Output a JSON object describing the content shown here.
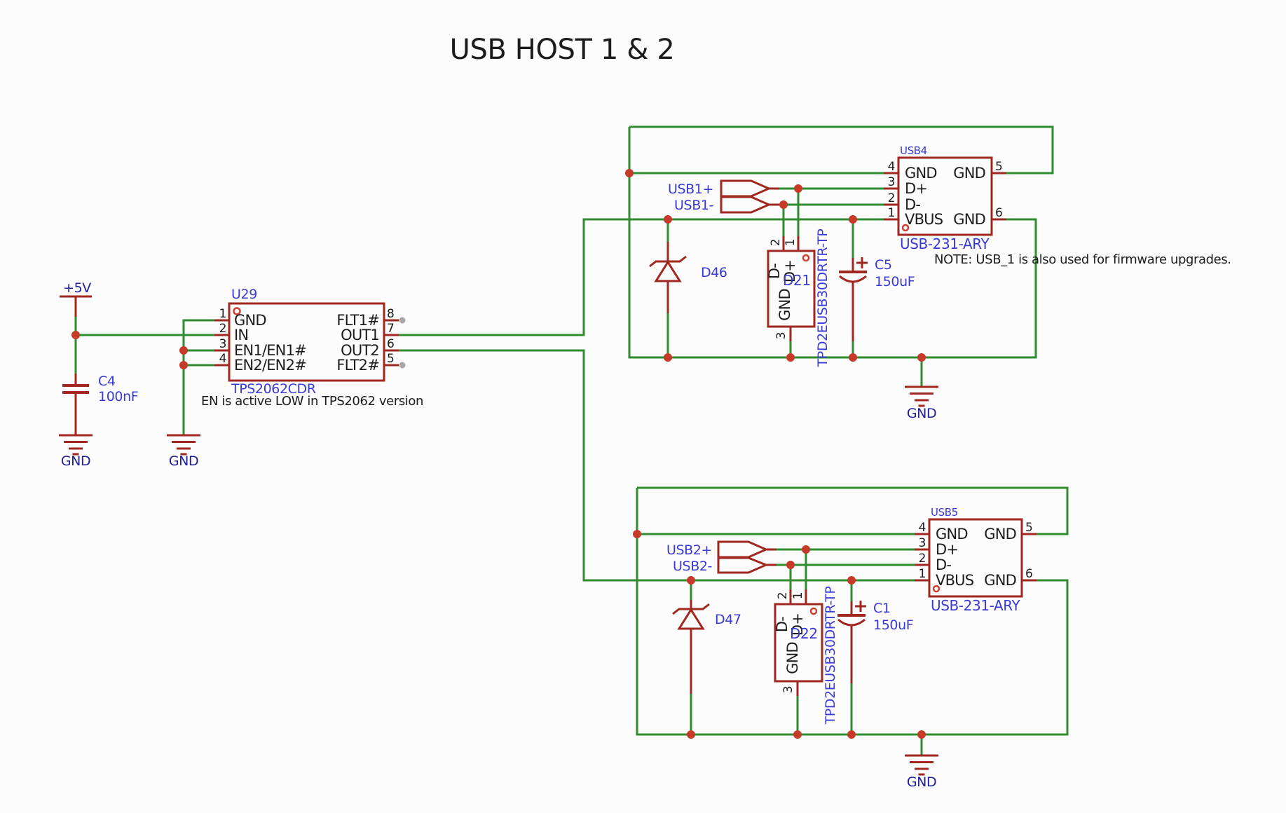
{
  "title": "USB HOST 1 & 2",
  "power": {
    "supply": "+5V",
    "ground": "GND"
  },
  "left": {
    "cap_ref": "C4",
    "cap_value": "100nF"
  },
  "u29": {
    "ref": "U29",
    "part": "TPS2062CDR",
    "note": "EN is active LOW in TPS2062 version",
    "pins_left": [
      {
        "num": "1",
        "name": "GND"
      },
      {
        "num": "2",
        "name": "IN"
      },
      {
        "num": "3",
        "name": "EN1/EN1#"
      },
      {
        "num": "4",
        "name": "EN2/EN2#"
      }
    ],
    "pins_right": [
      {
        "num": "8",
        "name": "FLT1#"
      },
      {
        "num": "7",
        "name": "OUT1"
      },
      {
        "num": "6",
        "name": "OUT2"
      },
      {
        "num": "5",
        "name": "FLT2#"
      }
    ]
  },
  "host1": {
    "note": "NOTE: USB_1 is also used for firmware upgrades.",
    "net_dp": "USB1+",
    "net_dm": "USB1-",
    "tvs_ref": "D46",
    "esd": {
      "ref": "D21",
      "part": "TPD2EUSB30DRTR-TP",
      "pin1": "1",
      "pin2": "2",
      "pin3": "3",
      "dp": "D+",
      "dm": "D-",
      "gnd": "GND"
    },
    "cap": {
      "ref": "C5",
      "value": "150uF",
      "polarity": "+"
    },
    "conn": {
      "ref": "USB4",
      "part": "USB-231-ARY",
      "pins_left": [
        {
          "num": "4",
          "name": "GND"
        },
        {
          "num": "3",
          "name": "D+"
        },
        {
          "num": "2",
          "name": "D-"
        },
        {
          "num": "1",
          "name": "VBUS"
        }
      ],
      "pins_right": [
        {
          "num": "5",
          "name": "GND"
        },
        {
          "num": "6",
          "name": "GND"
        }
      ]
    }
  },
  "host2": {
    "net_dp": "USB2+",
    "net_dm": "USB2-",
    "tvs_ref": "D47",
    "esd": {
      "ref": "D22",
      "part": "TPD2EUSB30DRTR-TP",
      "pin1": "1",
      "pin2": "2",
      "pin3": "3",
      "dp": "D+",
      "dm": "D-",
      "gnd": "GND"
    },
    "cap": {
      "ref": "C1",
      "value": "150uF",
      "polarity": "+"
    },
    "conn": {
      "ref": "USB5",
      "part": "USB-231-ARY",
      "pins_left": [
        {
          "num": "4",
          "name": "GND"
        },
        {
          "num": "3",
          "name": "D+"
        },
        {
          "num": "2",
          "name": "D-"
        },
        {
          "num": "1",
          "name": "VBUS"
        }
      ],
      "pins_right": [
        {
          "num": "5",
          "name": "GND"
        },
        {
          "num": "6",
          "name": "GND"
        }
      ]
    }
  }
}
